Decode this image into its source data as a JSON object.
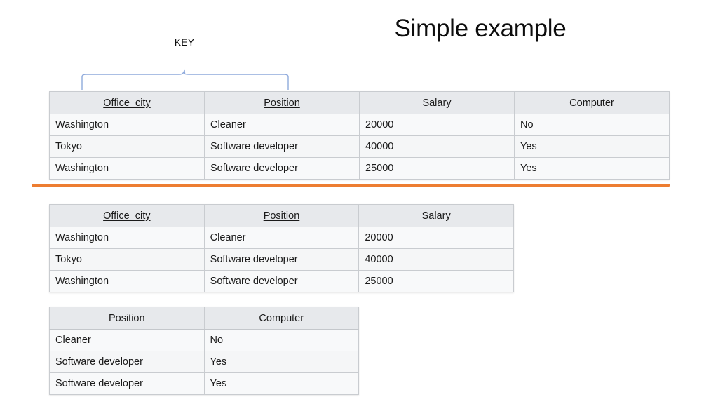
{
  "slide": {
    "title": "Simple example",
    "accent_color": "#ed7d31",
    "brace_color": "#8faadc",
    "header_bg": "#e7e9ec",
    "row_bg": "#f7f8f9"
  },
  "annotation": {
    "key_label": "KEY"
  },
  "tables": [
    {
      "id": "table-one",
      "columns": [
        {
          "label": "Office_city",
          "is_key": true,
          "align": "center"
        },
        {
          "label": "Position",
          "is_key": true,
          "align": "center"
        },
        {
          "label": "Salary",
          "is_key": false,
          "align": "center"
        },
        {
          "label": "Computer",
          "is_key": false,
          "align": "center"
        }
      ],
      "rows": [
        [
          "Washington",
          "Cleaner",
          "20000",
          "No"
        ],
        [
          "Tokyo",
          "Software developer",
          "40000",
          "Yes"
        ],
        [
          "Washington",
          "Software developer",
          "25000",
          "Yes"
        ]
      ]
    },
    {
      "id": "table-two",
      "columns": [
        {
          "label": "Office_city",
          "is_key": true,
          "align": "center"
        },
        {
          "label": "Position",
          "is_key": true,
          "align": "center"
        },
        {
          "label": "Salary",
          "is_key": false,
          "align": "center"
        }
      ],
      "rows": [
        [
          "Washington",
          "Cleaner",
          "20000"
        ],
        [
          "Tokyo",
          "Software developer",
          "40000"
        ],
        [
          "Washington",
          "Software developer",
          "25000"
        ]
      ]
    },
    {
      "id": "table-three",
      "columns": [
        {
          "label": "Position",
          "is_key": true,
          "align": "center"
        },
        {
          "label": "Computer",
          "is_key": false,
          "align": "center"
        }
      ],
      "rows": [
        [
          "Cleaner",
          "No"
        ],
        [
          "Software developer",
          "Yes"
        ],
        [
          "Software developer",
          "Yes"
        ]
      ]
    }
  ]
}
